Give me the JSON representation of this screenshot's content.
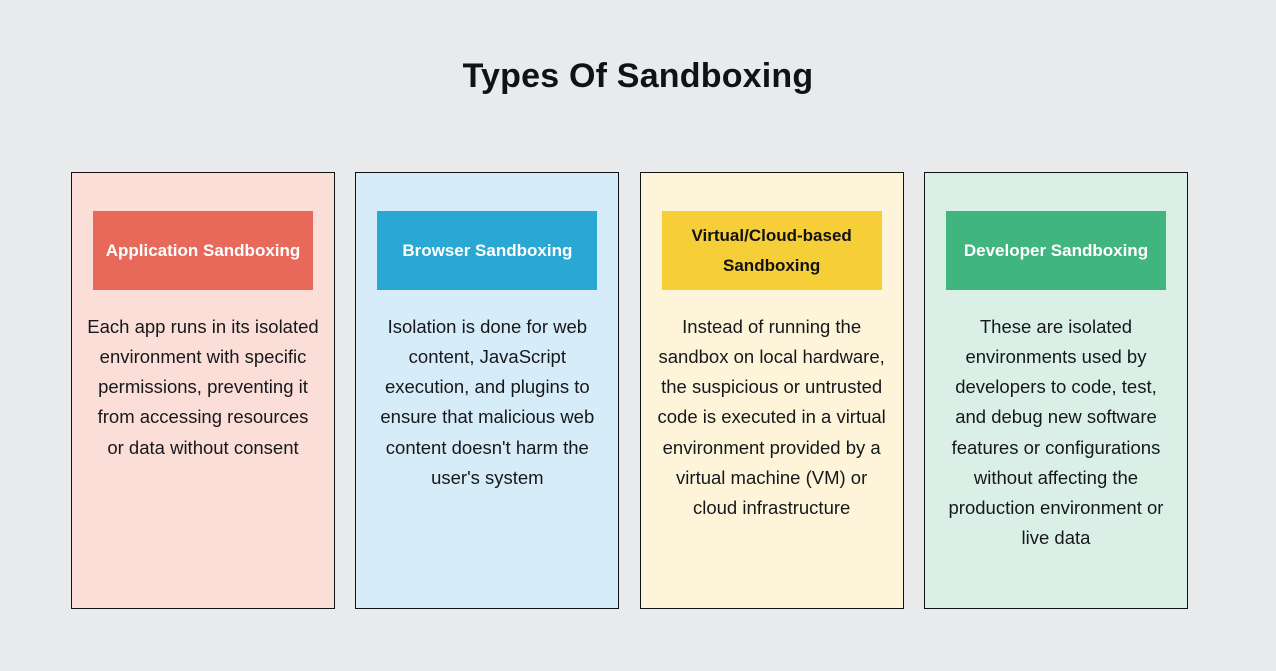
{
  "page": {
    "title": "Types Of Sandboxing",
    "background_color": "#e8eaec",
    "title_color": "#111214"
  },
  "cards": [
    {
      "id": "application-sandboxing",
      "header": "Application Sandboxing",
      "body": "Each app runs in its isolated environment with specific permissions, preventing it from accessing resources or data without consent",
      "header_bg": "#e8695a",
      "header_text_color": "#ffffff",
      "card_bg": "#fcded8"
    },
    {
      "id": "browser-sandboxing",
      "header": "Browser Sandboxing",
      "body": "Isolation is done for web content, JavaScript execution, and plugins to ensure that malicious web content doesn't harm the user's system",
      "header_bg": "#29a8d4",
      "header_text_color": "#ffffff",
      "card_bg": "#d6ecf8"
    },
    {
      "id": "virtual-cloud-based-sandboxing",
      "header": "Virtual/Cloud-based Sandboxing",
      "body": "Instead of running the sandbox on local hardware, the suspicious or untrusted code is executed in a virtual environment provided by a virtual machine (VM) or cloud infrastructure",
      "header_bg": "#f6ce37",
      "header_text_color": "#111214",
      "card_bg": "#fdf4da"
    },
    {
      "id": "developer-sandboxing",
      "header": "Developer Sandboxing",
      "body": "These are isolated environments used by developers to code, test, and debug new software features or configurations without affecting the production environment or live data",
      "header_bg": "#40b580",
      "header_text_color": "#ffffff",
      "card_bg": "#daf0e6"
    }
  ]
}
